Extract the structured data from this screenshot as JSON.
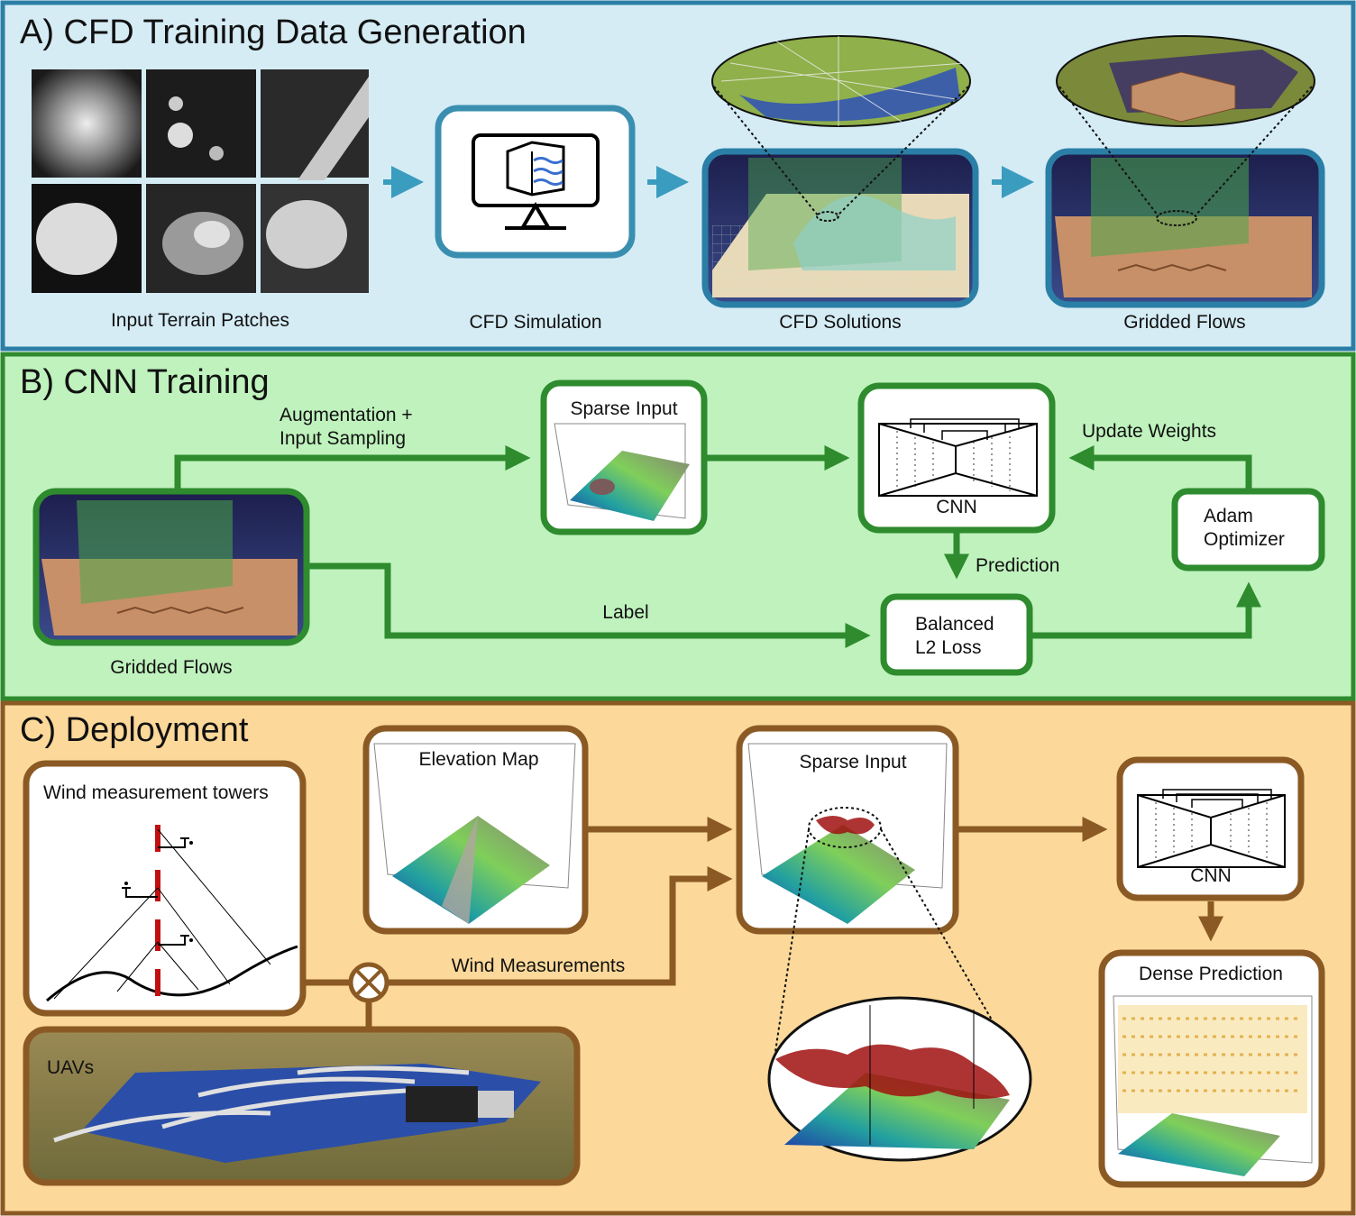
{
  "panels": {
    "a": {
      "title": "A) CFD Training Data Generation",
      "bg": "#d5ecf5",
      "border": "#2b7fa6",
      "labels": {
        "terrain": "Input Terrain Patches",
        "simulation": "CFD Simulation",
        "solutions": "CFD Solutions",
        "gridded": "Gridded Flows"
      }
    },
    "b": {
      "title": "B) CNN Training",
      "bg": "#bff2bd",
      "border": "#2e8b2e",
      "labels": {
        "augmentation_1": "Augmentation +",
        "augmentation_2": "Input Sampling",
        "sparse_input": "Sparse Input",
        "cnn": "CNN",
        "update_weights": "Update Weights",
        "adam_1": "Adam",
        "adam_2": "Optimizer",
        "prediction": "Prediction",
        "label": "Label",
        "loss_1": "Balanced",
        "loss_2": "L2 Loss",
        "gridded": "Gridded Flows"
      }
    },
    "c": {
      "title": "C) Deployment",
      "bg": "#fcd99a",
      "border": "#8b5a24",
      "labels": {
        "towers": "Wind measurement towers",
        "elevation": "Elevation Map",
        "sparse_input": "Sparse Input",
        "cnn": "CNN",
        "wind_measurements": "Wind Measurements",
        "uavs": "UAVs",
        "dense_prediction": "Dense Prediction"
      }
    }
  },
  "icons": [
    "monitor-icon",
    "cnn-hourglass-icon",
    "combine-operator-icon",
    "wind-sensor-icon"
  ]
}
